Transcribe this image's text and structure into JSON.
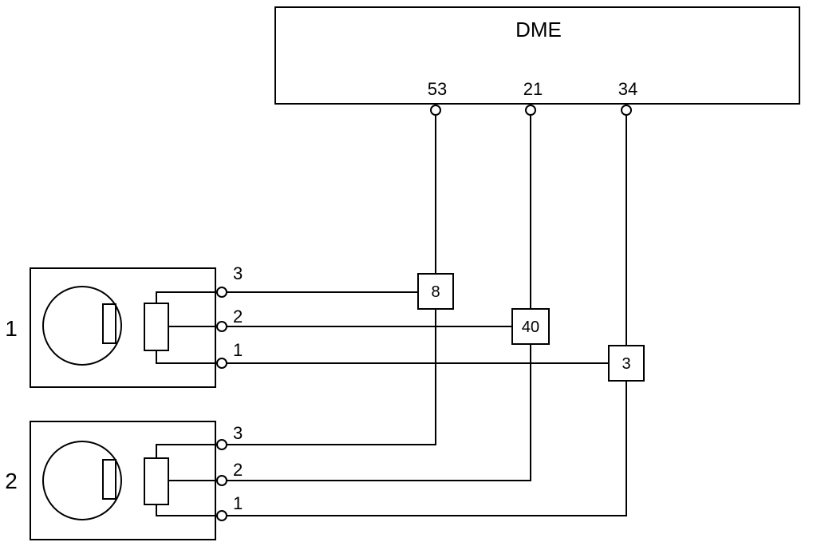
{
  "dme": {
    "label": "DME",
    "pins": [
      "53",
      "21",
      "34"
    ]
  },
  "splices": [
    "8",
    "40",
    "3"
  ],
  "sensors": [
    {
      "id": "1",
      "pins": [
        "3",
        "2",
        "1"
      ]
    },
    {
      "id": "2",
      "pins": [
        "3",
        "2",
        "1"
      ]
    }
  ]
}
